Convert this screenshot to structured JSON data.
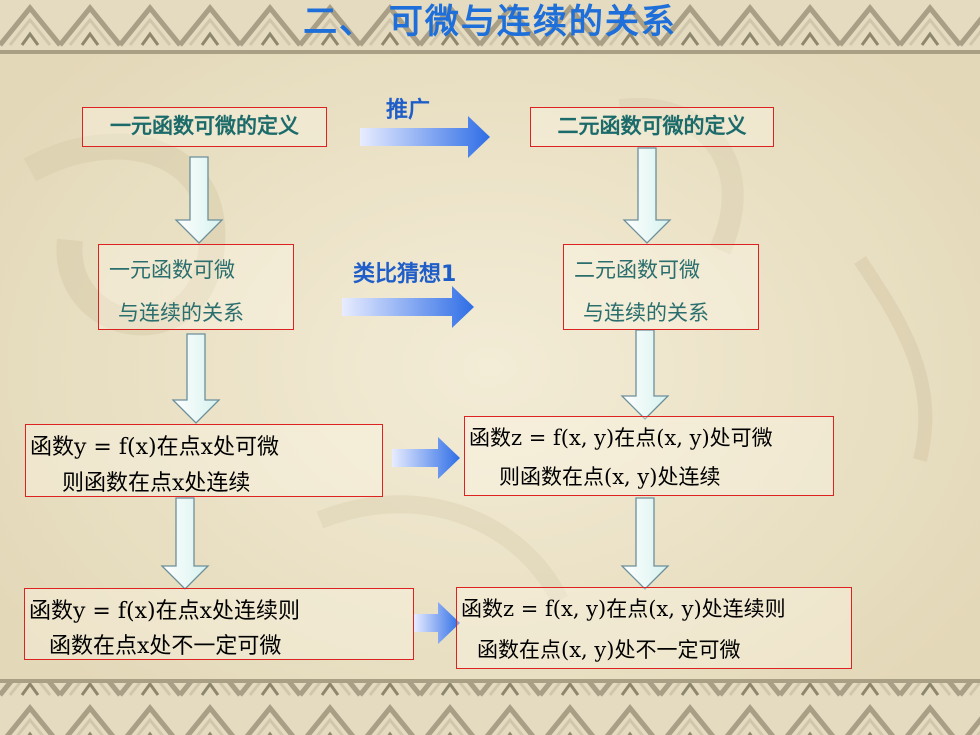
{
  "title": "二、 可微与连续的关系",
  "row1": {
    "left": "一元函数可微的定义",
    "arrow_label": "推广",
    "right": "二元函数可微的定义"
  },
  "row2": {
    "left_line1": "一元函数可微",
    "left_line2": "与连续的关系",
    "arrow_label": "类比猜想1",
    "right_line1": "二元函数可微",
    "right_line2": "与连续的关系"
  },
  "row3": {
    "left_line1": "函数y = f(x)在点x处可微",
    "left_line2": "则函数在点x处连续",
    "right_line1": "函数z = f(x, y)在点(x, y)处可微",
    "right_line2": "则函数在点(x, y)处连续"
  },
  "row4": {
    "left_line1": "函数y = f(x)在点x处连续则",
    "left_line2": "函数在点x处不一定可微",
    "right_line1": "函数z = f(x, y)在点(x, y)处连续则",
    "right_line2": "函数在点(x, y)处不一定可微"
  },
  "colors": {
    "title": "#1e6fd9",
    "box_border": "#dd2222",
    "green_text": "#1c6b6b",
    "blue_text": "#1f5ec9"
  }
}
